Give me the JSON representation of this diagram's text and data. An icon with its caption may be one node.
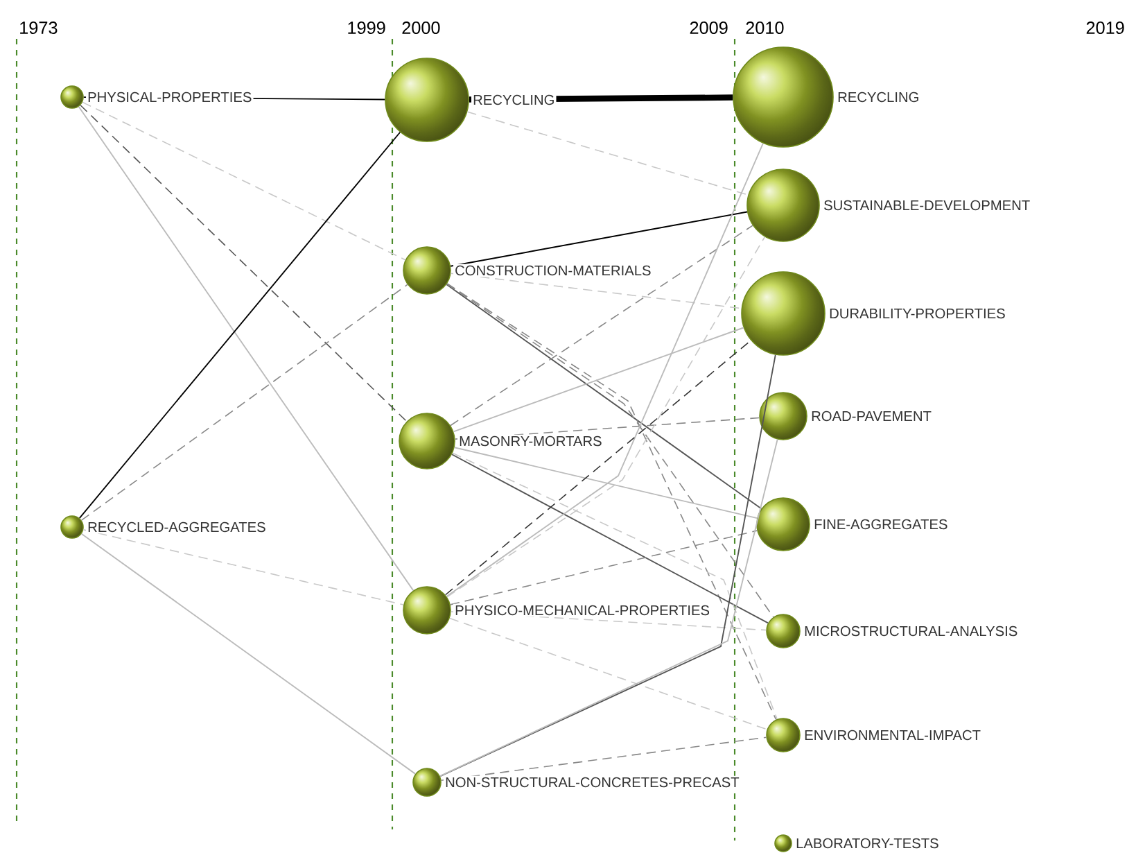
{
  "diagram": {
    "nodes": [
      {
        "text": [
          "PHYSICAL-PROPERTIES"
        ]
      },
      {
        "text": [
          "RECYCLED-AGGREGATES"
        ]
      },
      {
        "text": [
          "RECYCLING"
        ]
      },
      {
        "text": [
          "CONSTRUCTION-MATERIALS"
        ]
      },
      {
        "text": [
          "MASONRY-MORTARS"
        ]
      },
      {
        "text": [
          "PHYSICO-MECHANICAL-PROPERTIES"
        ]
      },
      {
        "text": [
          "NON-STRUCTURAL-CONCRETES-PRECAST"
        ]
      },
      {
        "text": [
          "RECYCLING"
        ]
      },
      {
        "text": [
          "SUSTAINABLE-DEVELOPMENT"
        ]
      },
      {
        "text": [
          "DURABILITY-PROPERTIES"
        ]
      },
      {
        "text": [
          "ROAD-PAVEMENT"
        ]
      },
      {
        "text": [
          "FINE-AGGREGATES"
        ]
      },
      {
        "text": [
          "MICROSTRUCTURAL-ANALYSIS"
        ]
      },
      {
        "text": [
          "ENVIRONMENTAL-IMPACT"
        ]
      },
      {
        "text": [
          "LABORATORY-TESTS"
        ]
      }
    ],
    "edges": [
      {
        "from": 0,
        "to": 2,
        "arrow": "none",
        "color": "#000000"
      },
      {
        "from": 0,
        "to": 3,
        "arrow": "none",
        "style": "dashed",
        "color": "#c8c8c8"
      },
      {
        "from": 0,
        "to": 4,
        "arrow": "none",
        "style": "dashed",
        "color": "#555555"
      },
      {
        "from": 0,
        "to": 5,
        "arrow": "none"
      },
      {
        "from": 1,
        "to": 2,
        "arrow": "none",
        "color": "#000000"
      },
      {
        "from": 1,
        "to": 3,
        "arrow": "none",
        "style": "dashed",
        "color": "#888888"
      },
      {
        "from": 1,
        "to": 5,
        "arrow": "none",
        "style": "dashed",
        "color": "#c8c8c8"
      },
      {
        "from": 1,
        "to": 6,
        "arrow": "none"
      },
      {
        "from": 2,
        "to": 7,
        "arrow": "none",
        "style": "thick",
        "color": "#000000"
      },
      {
        "from": 2,
        "to": 8,
        "arrow": "none",
        "style": "dashed",
        "color": "#c8c8c8"
      },
      {
        "from": 3,
        "to": 8,
        "arrow": "none",
        "color": "#000000"
      },
      {
        "from": 3,
        "to": 9,
        "arrow": "none",
        "style": "dashed",
        "color": "#c8c8c8"
      },
      {
        "from": 3,
        "to": 11,
        "arrow": "none",
        "color": "#555555"
      },
      {
        "from": 3,
        "to": 12,
        "arrow": "none",
        "style": "dashed",
        "color": "#888888"
      },
      {
        "from": 3,
        "to": 13,
        "arrow": "none",
        "style": "dashed",
        "color": "#888888"
      },
      {
        "from": 4,
        "to": 8,
        "arrow": "none",
        "style": "dashed",
        "color": "#888888"
      },
      {
        "from": 4,
        "to": 9,
        "arrow": "none"
      },
      {
        "from": 4,
        "to": 10,
        "arrow": "none",
        "style": "dashed",
        "color": "#888888"
      },
      {
        "from": 4,
        "to": 11,
        "arrow": "none"
      },
      {
        "from": 4,
        "to": 12,
        "arrow": "none",
        "color": "#555555"
      },
      {
        "from": 4,
        "to": 13,
        "arrow": "none",
        "style": "dashed",
        "color": "#c8c8c8"
      },
      {
        "from": 5,
        "to": 7,
        "arrow": "none"
      },
      {
        "from": 5,
        "to": 8,
        "arrow": "none",
        "style": "dashed",
        "color": "#c8c8c8"
      },
      {
        "from": 5,
        "to": 9,
        "arrow": "none",
        "style": "dashed",
        "color": "#333333"
      },
      {
        "from": 5,
        "to": 11,
        "arrow": "none",
        "style": "dashed",
        "color": "#888888"
      },
      {
        "from": 5,
        "to": 12,
        "arrow": "none",
        "style": "dashed",
        "color": "#c8c8c8"
      },
      {
        "from": 5,
        "to": 13,
        "arrow": "none",
        "style": "dashed",
        "color": "#c8c8c8"
      },
      {
        "from": 6,
        "to": 9,
        "arrow": "none",
        "color": "#555555"
      },
      {
        "from": 6,
        "to": 10,
        "arrow": "none"
      },
      {
        "from": 6,
        "to": 13,
        "arrow": "none",
        "style": "dashed",
        "color": "#888888"
      }
    ],
    "labels": [
      "1973",
      "1999",
      "2000",
      "2009",
      "2010",
      "2019"
    ]
  }
}
